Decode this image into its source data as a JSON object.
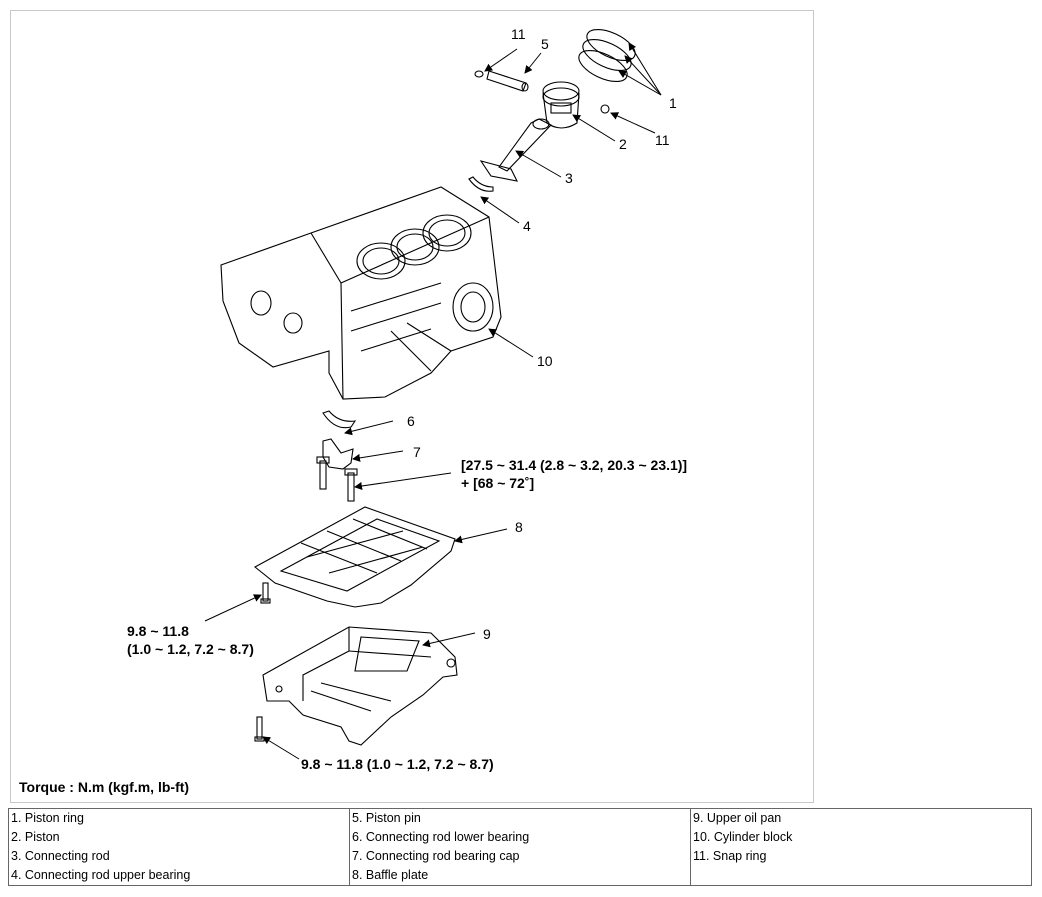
{
  "callouts": {
    "c1": "1",
    "c2": "2",
    "c3": "3",
    "c4": "4",
    "c5": "5",
    "c6": "6",
    "c7": "7",
    "c8": "8",
    "c9": "9",
    "c10": "10",
    "c11a": "11",
    "c11b": "11"
  },
  "torque_specs": {
    "rod_cap_line1": "[27.5 ~ 31.4 (2.8 ~ 3.2, 20.3 ~ 23.1)]",
    "rod_cap_line2": "+ [68 ~ 72˚]",
    "baffle_line1": "9.8 ~ 11.8",
    "baffle_line2": "(1.0 ~ 1.2, 7.2 ~ 8.7)",
    "oil_pan": "9.8 ~ 11.8 (1.0 ~ 1.2, 7.2 ~ 8.7)"
  },
  "torque_caption": "Torque : N.m (kgf.m, lb-ft)",
  "legend": {
    "col1": [
      "1. Piston ring",
      "2. Piston",
      "3. Connecting rod",
      "4. Connecting rod upper bearing"
    ],
    "col2": [
      "5. Piston pin",
      "6. Connecting rod lower bearing",
      "7. Connecting rod bearing cap",
      "8. Baffle plate"
    ],
    "col3": [
      "9. Upper oil pan",
      "10. Cylinder block",
      "11. Snap ring"
    ]
  }
}
